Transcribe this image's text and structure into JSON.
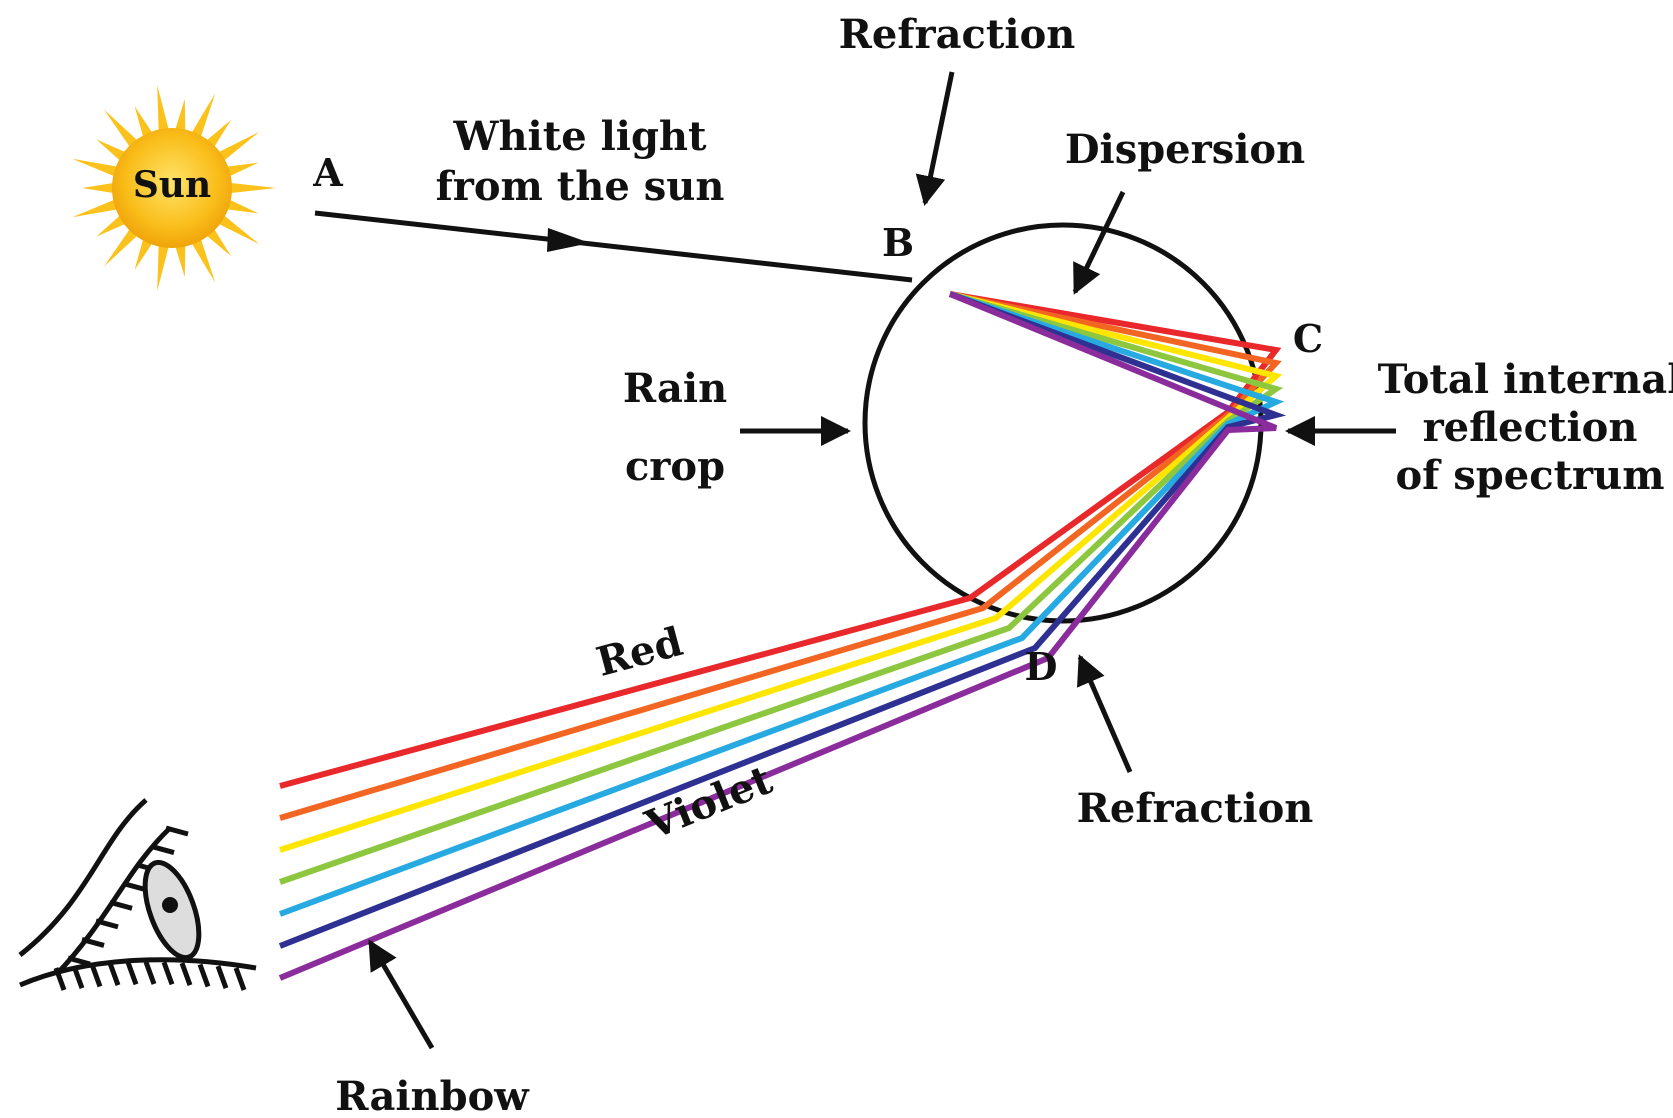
{
  "labels": {
    "sun": "Sun",
    "point_a": "A",
    "point_b": "B",
    "point_c": "C",
    "point_d": "D",
    "white_light_line1": "White light",
    "white_light_line2": "from the sun",
    "refraction_top": "Refraction",
    "dispersion": "Dispersion",
    "rain_line1": "Rain",
    "rain_line2": "crop",
    "tir_line1": "Total internal",
    "tir_line2": "reflection",
    "tir_line3": "of spectrum",
    "red": "Red",
    "violet": "Violet",
    "refraction_bottom": "Refraction",
    "rainbow": "Rainbow"
  },
  "colors": {
    "spectrum": [
      "#e8282b",
      "#f26522",
      "#ffe600",
      "#8dc63f",
      "#27aae1",
      "#2e3192",
      "#8b2c9d"
    ],
    "sun_core": "#f7b514",
    "sun_rays": "#fbc21b",
    "ink": "#111111"
  }
}
